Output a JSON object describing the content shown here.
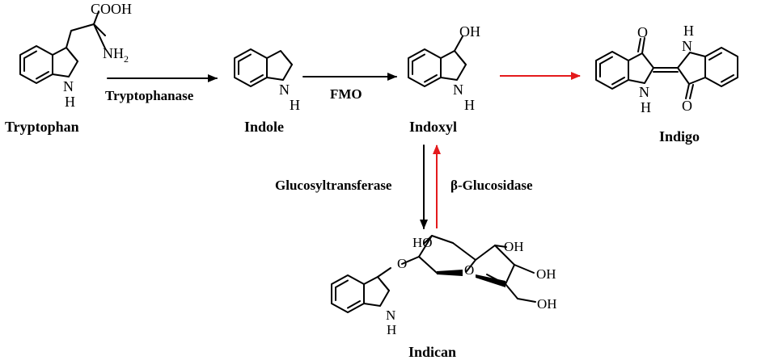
{
  "compounds": {
    "tryptophan": "Tryptophan",
    "indole": "Indole",
    "indoxyl": "Indoxyl",
    "indigo": "Indigo",
    "indican": "Indican"
  },
  "enzymes": {
    "tryptophanase": "Tryptophanase",
    "fmo": "FMO",
    "glucosyltransferase": "Glucosyltransferase",
    "glucosidase": "β-Glucosidase"
  },
  "atoms": {
    "cooh": "COOH",
    "nh": "NH",
    "nh2_sub": "2",
    "oh": "OH",
    "o": "O",
    "n_h": "N",
    "h": "H",
    "ho": "HO"
  },
  "colors": {
    "bond": "#000000",
    "spontaneous_arrow": "#e41a1c"
  }
}
